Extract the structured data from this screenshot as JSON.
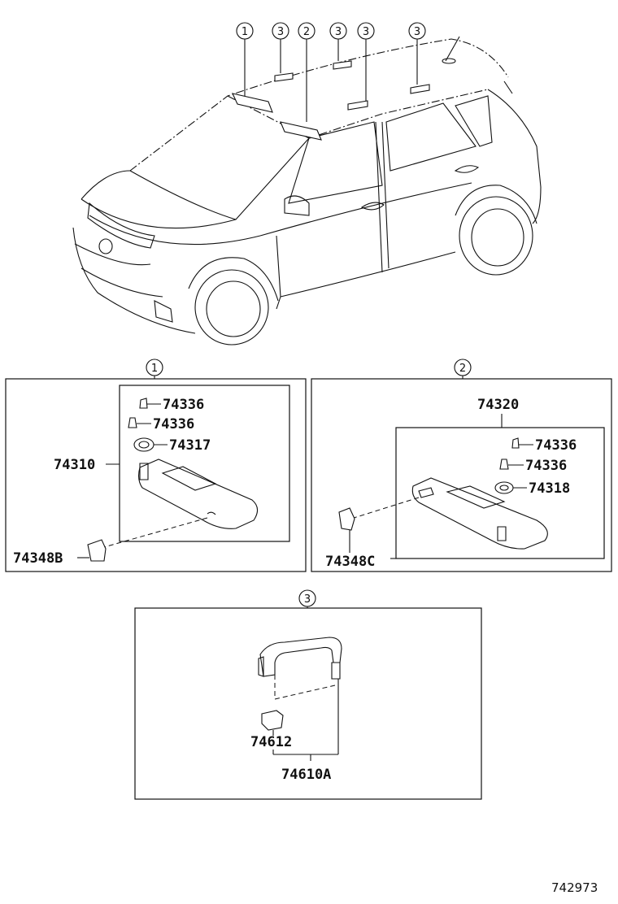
{
  "callouts": {
    "c1": "1",
    "c2": "2",
    "c3": "3"
  },
  "group1": {
    "callout": "1",
    "labels": {
      "clip_a": "74336",
      "clip_b": "74336",
      "holder": "74317",
      "visor": "74310",
      "bracket": "74348B"
    }
  },
  "group2": {
    "callout": "2",
    "labels": {
      "visor_assy": "74320",
      "clip_a": "74336",
      "clip_b": "74336",
      "holder": "74318",
      "bracket": "74348C"
    }
  },
  "group3": {
    "callout": "3",
    "labels": {
      "cover": "74612",
      "grip_assy": "74610A"
    }
  },
  "figure_id": "742973"
}
